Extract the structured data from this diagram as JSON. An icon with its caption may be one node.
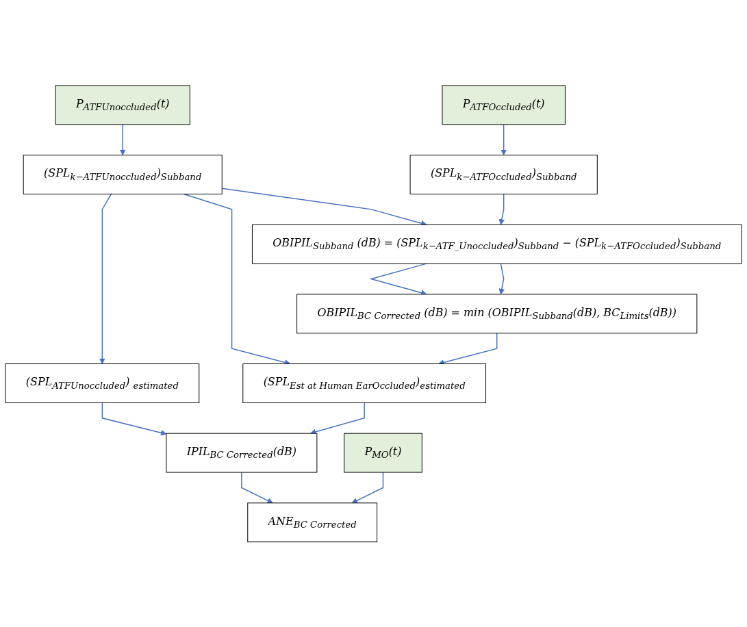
{
  "diagram": {
    "nodes": [
      {
        "text": [
          "P$_{ATF}$$_{Unoccluded}$(t)"
        ]
      },
      {
        "text": [
          "P$_{ATF}$$_{Occluded}$(t)"
        ]
      },
      {
        "text": [
          "(SPL$_{k−ATF}$$_{Unoccluded}$)$_{Subband}$"
        ]
      },
      {
        "text": [
          "(SPL$_{k−ATF}$$_{Occluded}$)$_{Subband}$"
        ]
      },
      {
        "text": [
          "OBIPIL$_{Subband}$ (dB) = (SPL$_{k−ATF_Unoccluded}$)$_{Subband}$ − (SPL$_{k−ATF}$$_{Occluded}$)$_{Subband}$"
        ]
      },
      {
        "text": [
          "OBIPIL$_{BC Corrected}$ (dB) = min (OBIPIL$_{Subband}$(dB), BC$_{Limits}$(dB))"
        ]
      },
      {
        "text": [
          "(SPL$_{ATF}$$_{Unoccluded}$) $_{estimated}$"
        ]
      },
      {
        "text": [
          "(SPL$_{Est at Human Ear}$$_{Occluded}$)$_{estimated}$"
        ]
      },
      {
        "text": [
          "IPIL$_{BC Corrected}$(dB)"
        ]
      },
      {
        "text": [
          "P$_{MO}$(t)"
        ]
      },
      {
        "text": [
          "ANE$_{BC Corrected}$"
        ]
      }
    ],
    "edges": [
      {
        "from": 0,
        "to": 2,
        "arrow": "to"
      },
      {
        "from": 1,
        "to": 3,
        "arrow": "to"
      },
      {
        "from": 2,
        "to": 4,
        "arrow": "to"
      },
      {
        "from": 3,
        "to": 4,
        "arrow": "to"
      },
      {
        "from": 4,
        "to": 5,
        "arrow": "to"
      },
      {
        "from": 4,
        "to": 5,
        "arrow": "to"
      },
      {
        "from": 2,
        "to": 6,
        "arrow": "to"
      },
      {
        "from": 2,
        "to": 7,
        "arrow": "to"
      },
      {
        "from": 5,
        "to": 7,
        "arrow": "to"
      },
      {
        "from": 6,
        "to": 8,
        "arrow": "to"
      },
      {
        "from": 7,
        "to": 8,
        "arrow": "to"
      },
      {
        "from": 8,
        "to": 10,
        "arrow": "to"
      },
      {
        "from": 9,
        "to": 10,
        "arrow": "to"
      }
    ]
  }
}
